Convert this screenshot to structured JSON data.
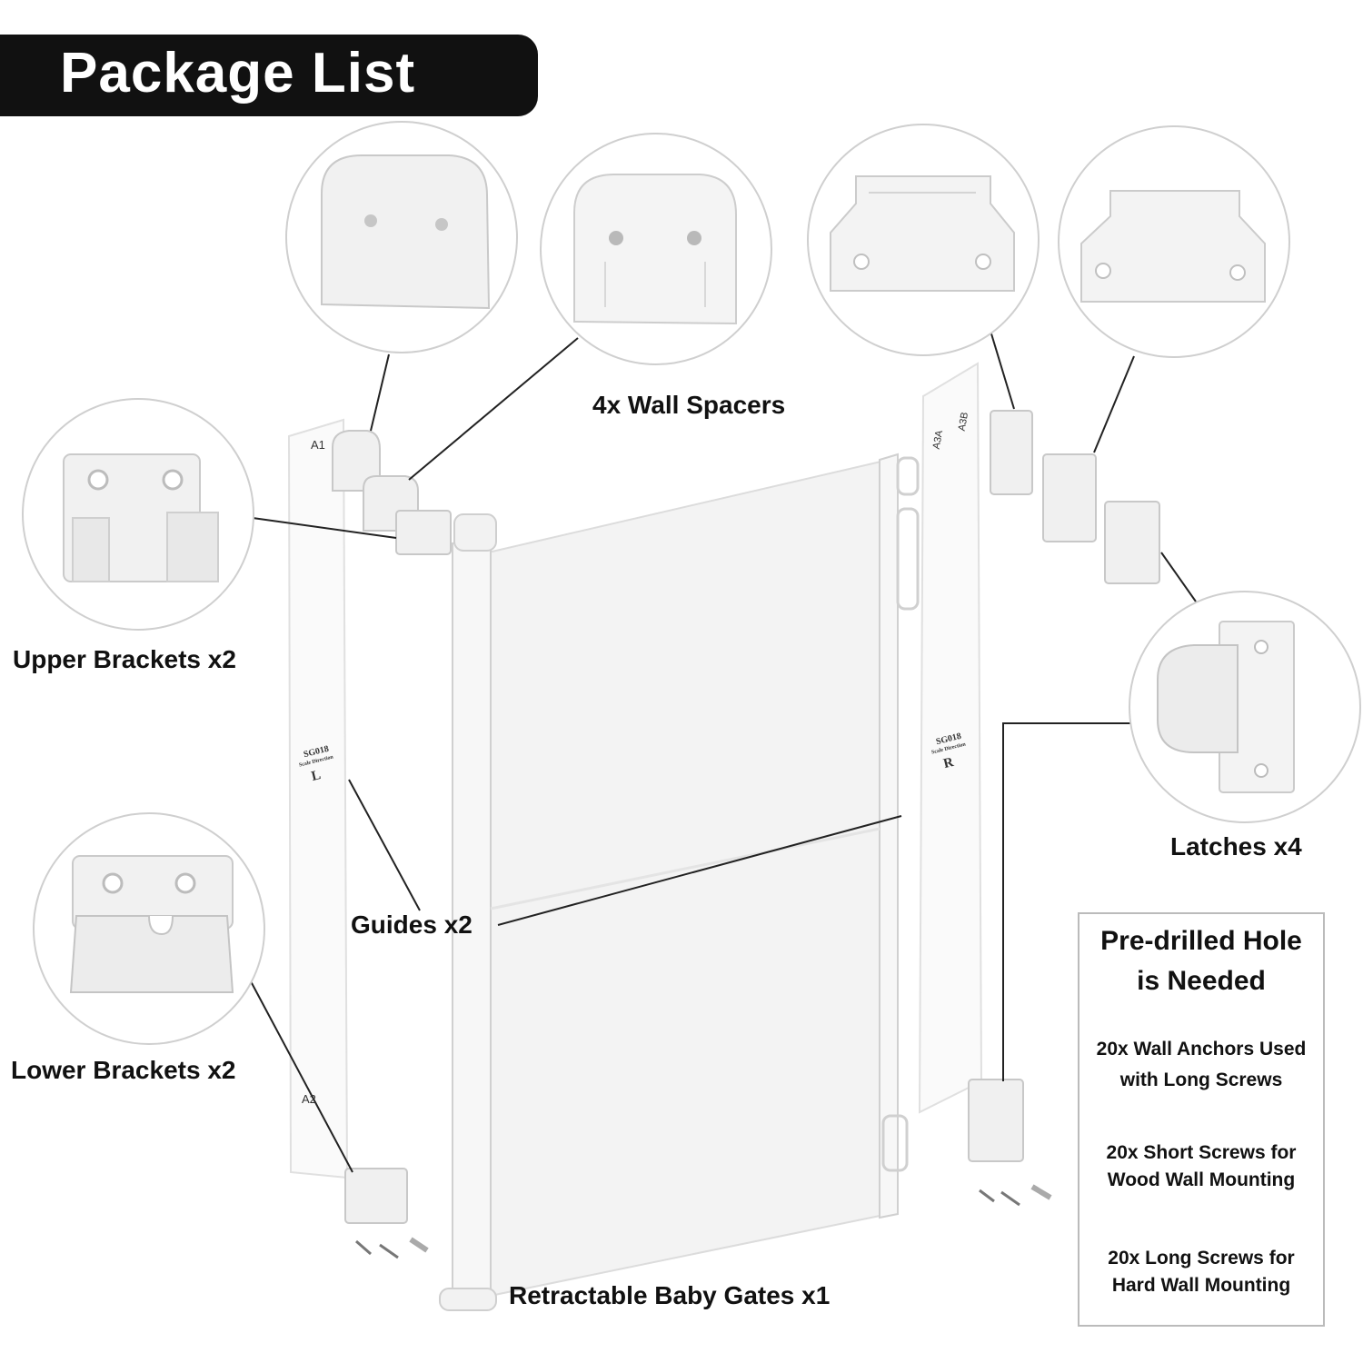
{
  "header": {
    "title": "Package List"
  },
  "labels": {
    "wall_spacers": "4x Wall Spacers",
    "upper_brackets": "Upper Brackets x2",
    "lower_brackets": "Lower Brackets x2",
    "guides": "Guides x2",
    "latches": "Latches x4",
    "gate": "Retractable Baby Gates x1"
  },
  "guide_marks": {
    "left_model": "SG018",
    "left_sub": "Scale Direction",
    "left_letter": "L",
    "right_model": "SG018",
    "right_sub": "Scale Direction",
    "right_letter": "R",
    "a1": "A1",
    "a2": "A2",
    "a3a": "A3A",
    "a3b": "A3B"
  },
  "hardware_box": {
    "heading_line1": "Pre-drilled Hole",
    "heading_line2": "is Needed",
    "anchors_line1": "20x Wall Anchors Used",
    "anchors_line2": "with Long Screws",
    "short_line1": "20x Short Screws for",
    "short_line2": "Wood Wall Mounting",
    "long_line1": "20x Long Screws for",
    "long_line2": "Hard Wall Mounting"
  },
  "colors": {
    "title_bg": "#111111",
    "title_text": "#ffffff",
    "part": "#f2f2f2",
    "outline": "#cfcfcf"
  }
}
